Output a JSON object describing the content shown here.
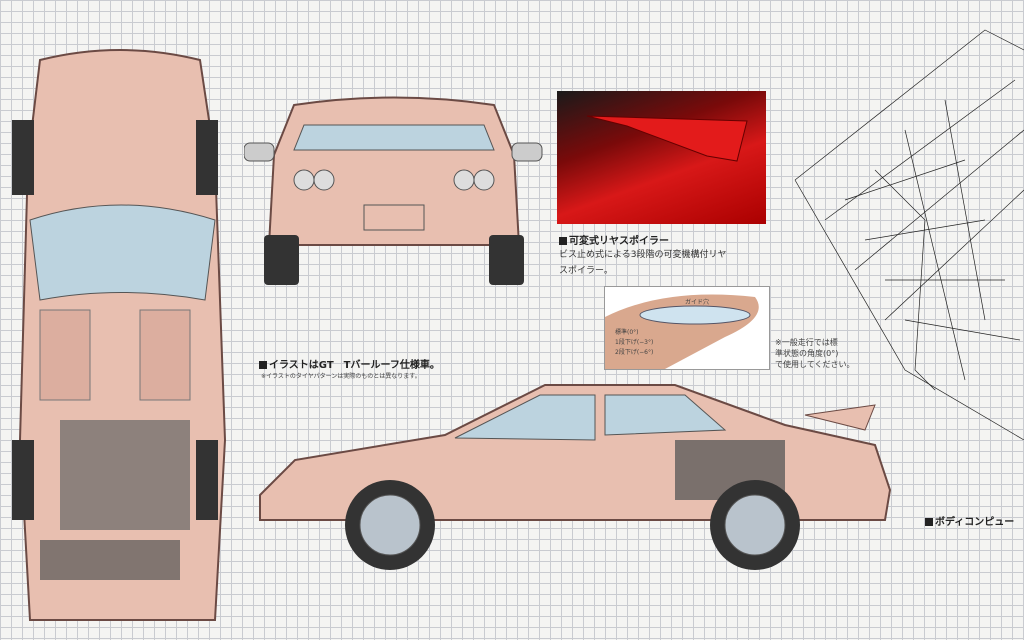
{
  "spoiler": {
    "title": "可変式リヤスポイラー",
    "desc_line1": "ビス止め式による3段階の可変機構付リヤ",
    "desc_line2": "スポイラー。"
  },
  "diagram": {
    "guide_hole": "ガイド穴",
    "std": "標準(0°)",
    "down1": "1段下げ(−3°)",
    "down2": "2段下げ(−6°)"
  },
  "note": {
    "line1": "※一般走行では標",
    "line2": "準状態の角度(0°)",
    "line3": "で使用してください。"
  },
  "illustration": {
    "title": "イラストはGT　Tバールーフ仕様車。",
    "note": "※イラストのタイヤパターンは実際のものとは異なります。"
  },
  "body_cad": {
    "title": "ボディコンピュー"
  }
}
